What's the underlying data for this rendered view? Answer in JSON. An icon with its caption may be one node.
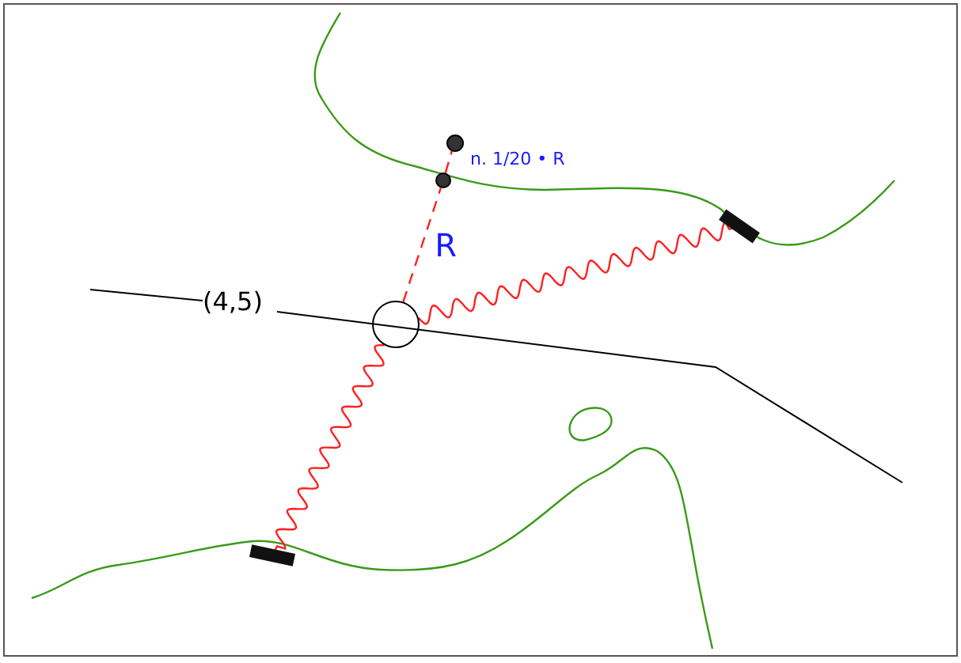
{
  "diagram": {
    "nodes": [
      {
        "text": [],
        "shape": "circle",
        "beside": [
          "n. 1/20 • R"
        ]
      },
      {
        "text": [],
        "shape": "circle"
      },
      {
        "text": [],
        "shape": "circle"
      },
      {
        "text": [],
        "shape": "bar"
      },
      {
        "text": [],
        "shape": "bar"
      }
    ],
    "edges": [
      {
        "from": 1,
        "to": 0,
        "arrow": "none",
        "style": "dashed"
      },
      {
        "from": 2,
        "to": 1,
        "arrow": "none",
        "style": "dashed",
        "label": "R"
      },
      {
        "from": 2,
        "to": 3,
        "arrow": "none"
      },
      {
        "from": 2,
        "to": 4,
        "arrow": "none"
      }
    ],
    "labels": [
      "(4,5)"
    ]
  }
}
